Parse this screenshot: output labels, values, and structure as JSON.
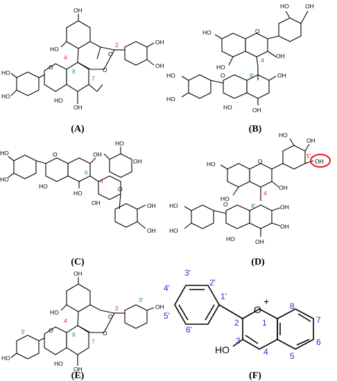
{
  "panels": {
    "A": {
      "caption": "(A)",
      "atoms": {
        "oh": "OH",
        "ho": "HO",
        "o": "O"
      },
      "labels": {
        "n4": "4",
        "n2": "2",
        "n8": "8",
        "n7": "7"
      }
    },
    "B": {
      "caption": "(B)",
      "atoms": {
        "oh": "OH",
        "ho": "HO",
        "o": "O"
      },
      "labels": {
        "n4": "4",
        "n8p": "8'"
      }
    },
    "C": {
      "caption": "(C)",
      "atoms": {
        "oh": "OH",
        "ho": "HO",
        "o": "O"
      },
      "labels": {
        "n4": "4",
        "n6": "6"
      }
    },
    "D": {
      "caption": "(D)",
      "atoms": {
        "oh": "OH",
        "ho": "HO",
        "o": "O"
      },
      "labels": {
        "n4": "4",
        "n8p": "8'",
        "n5p": "5'"
      }
    },
    "E": {
      "caption": "(E)",
      "atoms": {
        "oh": "OH",
        "ho": "HO",
        "o": "O"
      },
      "labels": {
        "n4": "4",
        "n2": "2",
        "n8": "8",
        "n7": "7",
        "n3p_a": "3'",
        "n3p_b": "3'"
      }
    },
    "F": {
      "caption": "(F)",
      "atoms": {
        "o": "O",
        "plus": "+",
        "ho": "HO"
      },
      "labels": {
        "n3p": "3'",
        "n2p": "2'",
        "n4p": "4'",
        "n1p": "1'",
        "n5p": "5'",
        "n6p": "6'",
        "n2": "2",
        "n1": "1",
        "n8": "8",
        "n7": "7",
        "n6": "6",
        "n5": "5",
        "n4": "4",
        "n3": "3"
      }
    }
  },
  "colors": {
    "position_red": "#e41a1c",
    "position_green": "#1a9e3c",
    "position_blue": "#1f2fd6",
    "highlight_ring": "#e41a1c"
  }
}
